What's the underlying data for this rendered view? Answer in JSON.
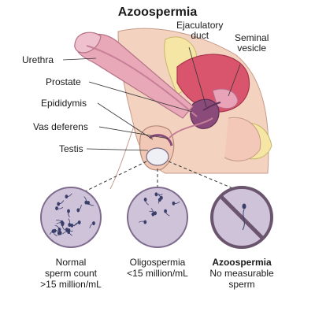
{
  "title": "Azoospermia",
  "labels": {
    "ejaculatory_duct": [
      "Ejaculatory",
      "duct"
    ],
    "seminal_vesicle": [
      "Seminal",
      "vesicle"
    ],
    "urethra": "Urethra",
    "prostate": "Prostate",
    "epididymis": "Epididymis",
    "vas_deferens": "Vas deferens",
    "testis": "Testis"
  },
  "panels": [
    {
      "name": "normal",
      "lines": [
        "Normal",
        "sperm count",
        ">15 million/mL"
      ],
      "bold_first": false
    },
    {
      "name": "oligospermia",
      "lines": [
        "Oligospermia",
        "<15 million/mL"
      ],
      "bold_first": false
    },
    {
      "name": "azoospermia",
      "lines": [
        "Azoospermia",
        "No measurable",
        "sperm"
      ],
      "bold_first": true
    }
  ],
  "colors": {
    "skin": "#f3d3c0",
    "penis_shaft": "#e9a8b8",
    "prostate": "#8a4a7a",
    "bladder": "#d9556e",
    "pelvic_bone": "#f6e6a6",
    "circle_fill": "#cfc3da",
    "circle_border": "#7d6a8c",
    "no_sign": "#6b556e"
  }
}
